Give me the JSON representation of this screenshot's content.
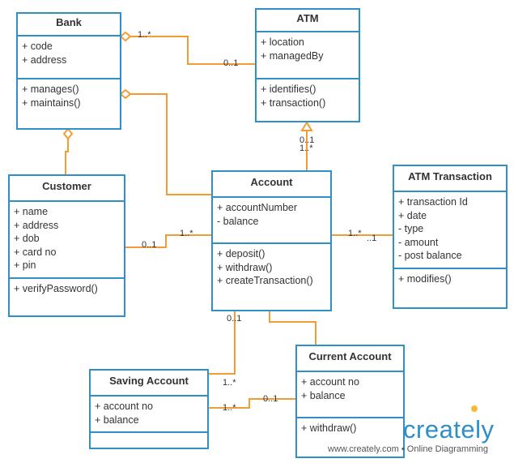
{
  "classes": {
    "bank": {
      "name": "Bank",
      "attributes": [
        "+ code",
        "+ address"
      ],
      "methods": [
        "+ manages()",
        "+ maintains()"
      ]
    },
    "atm": {
      "name": "ATM",
      "attributes": [
        "+ location",
        "+ managedBy"
      ],
      "methods": [
        "+ identifies()",
        "+ transaction()"
      ]
    },
    "customer": {
      "name": "Customer",
      "attributes": [
        "+ name",
        "+ address",
        "+ dob",
        "+ card no",
        "+ pin"
      ],
      "methods": [
        "+ verifyPassword()"
      ]
    },
    "account": {
      "name": "Account",
      "attributes": [
        "+ accountNumber",
        "- balance"
      ],
      "methods": [
        "+ deposit()",
        "+ withdraw()",
        "+ createTransaction()"
      ]
    },
    "atm_transaction": {
      "name": "ATM Transaction",
      "attributes": [
        "+ transaction Id",
        "+ date",
        "- type",
        "- amount",
        "- post balance"
      ],
      "methods": [
        "+ modifies()"
      ]
    },
    "saving_account": {
      "name": "Saving Account",
      "attributes": [
        "+ account no",
        "+ balance"
      ],
      "methods": []
    },
    "current_account": {
      "name": "Current Account",
      "attributes": [
        "+ account no",
        "+ balance"
      ],
      "methods": [
        "+ withdraw()"
      ]
    }
  },
  "multiplicities": {
    "bank_atm_bank": "1..*",
    "bank_atm_atm": "0..1",
    "atm_account_atm": "0..1",
    "atm_account_account": "1..*",
    "customer_account_customer": "0..1",
    "customer_account_account": "1..*",
    "account_txn_account": "1..*",
    "account_txn_txn": "..1",
    "saving_account_parent": "0..1",
    "saving_current_saving_top": "1..*",
    "saving_current_saving_bottom": "1..*",
    "saving_current_current": "0..1"
  },
  "branding": {
    "logo": "creately",
    "footer": "www.creately.com • Online Diagramming"
  },
  "colors": {
    "class_border": "#2f8fc6",
    "connector": "#f39c34",
    "text": "#333333"
  }
}
